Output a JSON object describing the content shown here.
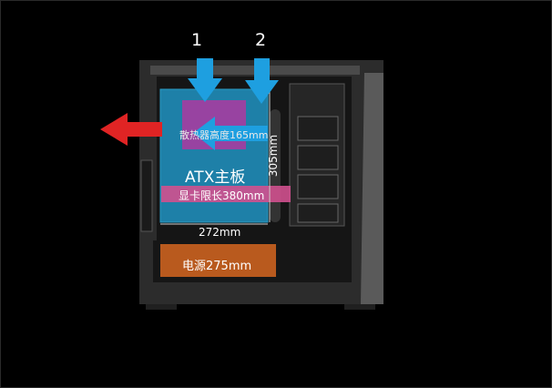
{
  "markers": {
    "one": "1",
    "two": "2"
  },
  "labels": {
    "cpu_cooler": "散热器高度165mm",
    "motherboard": "ATX主板",
    "gpu_limit": "显卡限长380mm",
    "width": "272mm",
    "height": "305mm",
    "psu": "电源275mm"
  },
  "colors": {
    "airflow_in": "#1e9fe0",
    "airflow_out": "#e02424",
    "motherboard": "#1f86b0",
    "gpu_band": "#d0508e",
    "psu": "#b95a1e"
  },
  "icons": [
    "arrow-down-icon",
    "arrow-left-icon",
    "arrow-left-red-icon"
  ]
}
